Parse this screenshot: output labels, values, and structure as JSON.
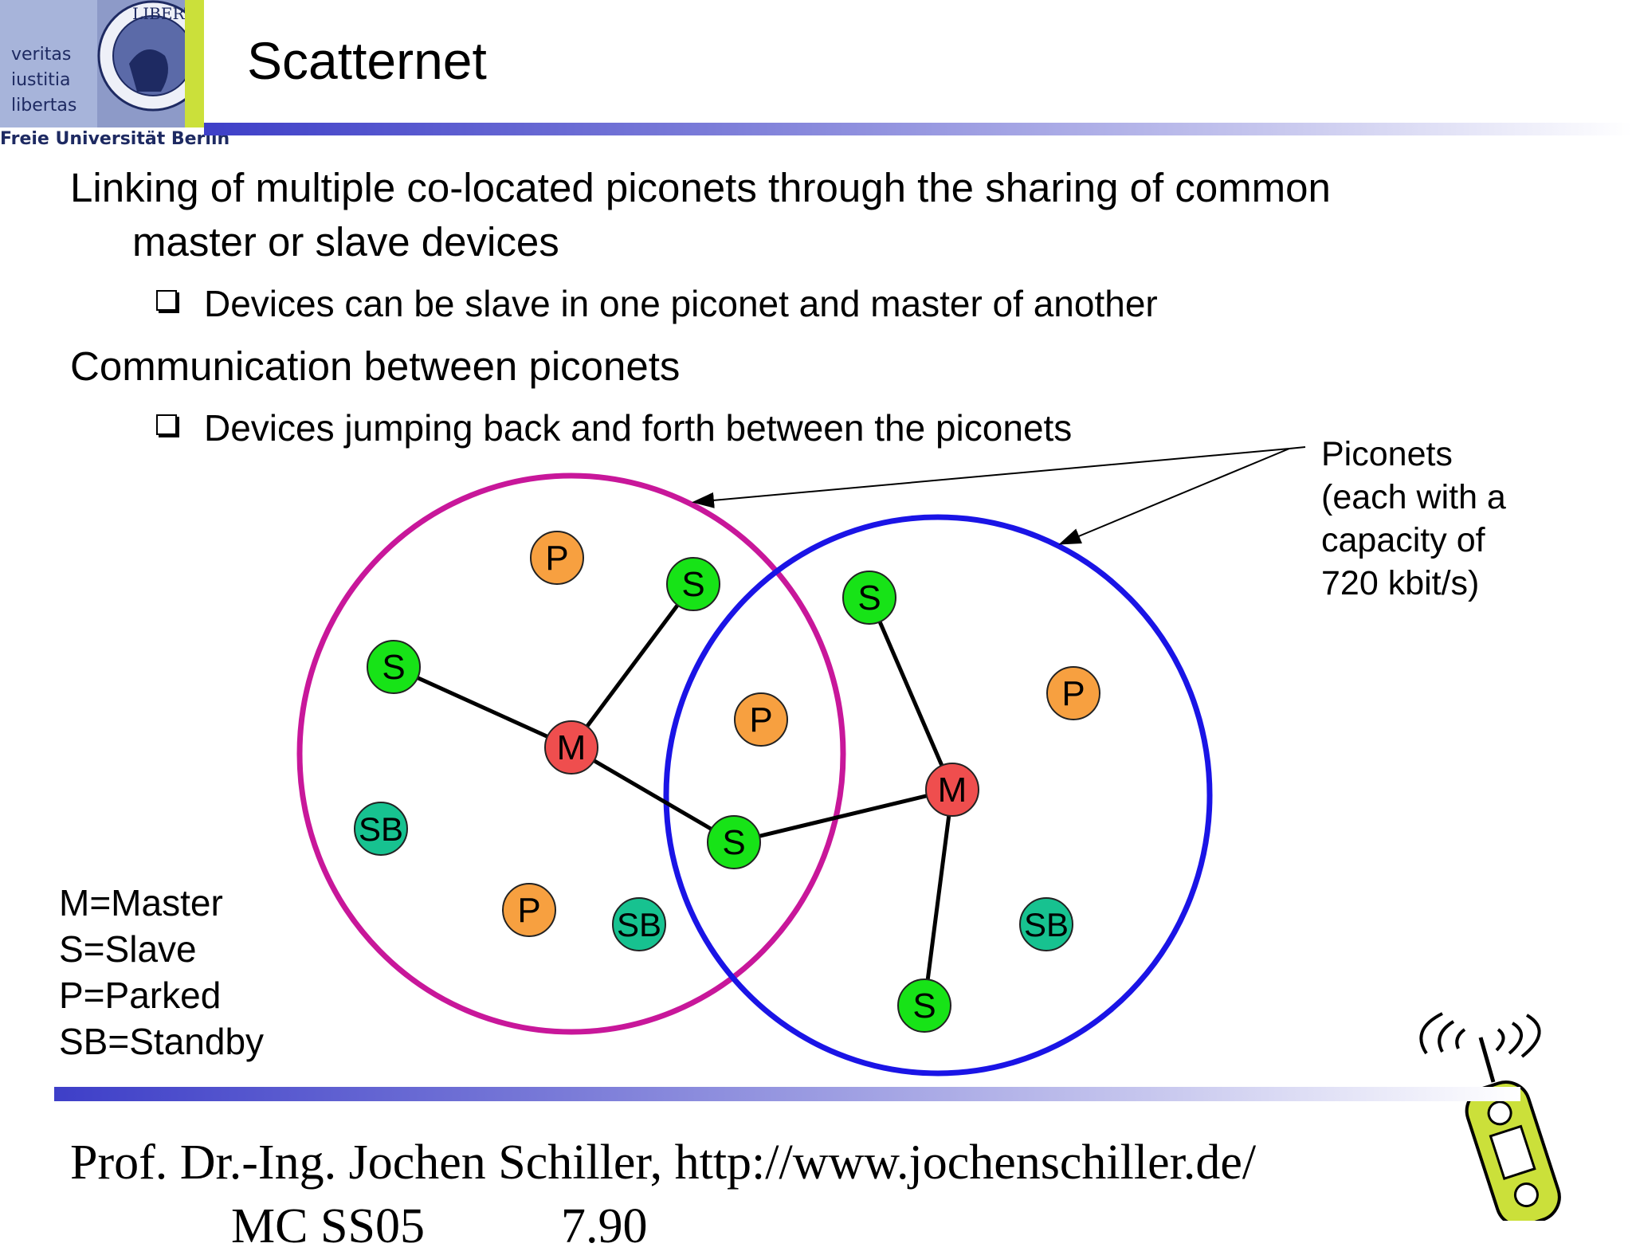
{
  "header": {
    "title": "Scatternet",
    "logo": {
      "motto": [
        "veritas",
        "iustitia",
        "libertas"
      ],
      "seal_text": "LIBERTAS",
      "university": "Freie Universität Berlin"
    }
  },
  "content": {
    "items": [
      {
        "text_line1": "Linking of multiple co-located piconets through the sharing of common",
        "text_line2": "master or slave devices",
        "sub": "Devices can be slave in one piconet and master of another"
      },
      {
        "text_line1": "Communication between piconets",
        "sub": "Devices jumping back and forth between the piconets"
      }
    ]
  },
  "diagram": {
    "annotation": [
      "Piconets",
      "(each with a",
      "capacity of",
      "720 kbit/s)"
    ],
    "node_labels": {
      "master": "M",
      "slave": "S",
      "parked": "P",
      "standby": "SB"
    },
    "colors": {
      "left_piconet": "#c8179a",
      "right_piconet": "#1a14e6",
      "master": "#ef4e4e",
      "slave": "#17e317",
      "parked": "#f7a040",
      "standby": "#17c290"
    }
  },
  "legend": [
    "M=Master",
    "S=Slave",
    "P=Parked",
    "SB=Standby"
  ],
  "footer": {
    "author": "Prof. Dr.-Ing. Jochen Schiller, http://www.jochenschiller.de/",
    "course": "MC SS05",
    "page": "7.90"
  }
}
